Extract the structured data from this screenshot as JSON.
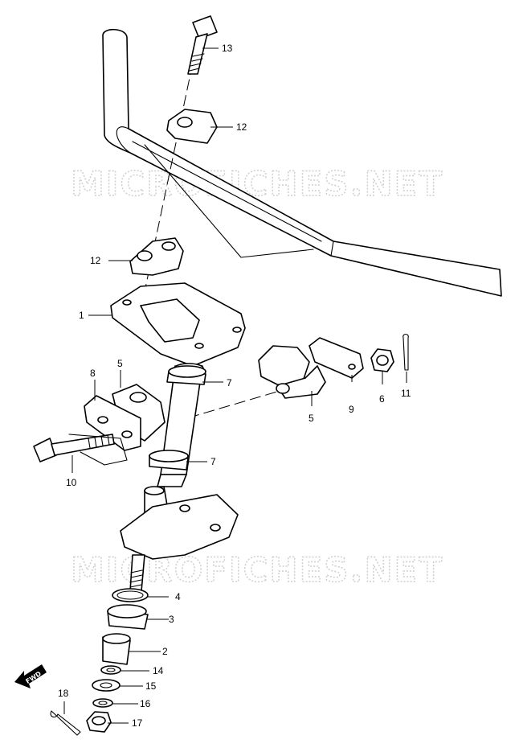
{
  "watermark": "MICROFICHES.NET",
  "fwd_label": "FWD",
  "callouts": [
    {
      "id": "c13",
      "text": "13"
    },
    {
      "id": "c12a",
      "text": "12"
    },
    {
      "id": "c12b",
      "text": "12"
    },
    {
      "id": "c1",
      "text": "1"
    },
    {
      "id": "c8",
      "text": "8"
    },
    {
      "id": "c5a",
      "text": "5"
    },
    {
      "id": "c7a",
      "text": "7"
    },
    {
      "id": "c5b",
      "text": "5"
    },
    {
      "id": "c9",
      "text": "9"
    },
    {
      "id": "c6",
      "text": "6"
    },
    {
      "id": "c11",
      "text": "11"
    },
    {
      "id": "c7b",
      "text": "7"
    },
    {
      "id": "c10",
      "text": "10"
    },
    {
      "id": "c4",
      "text": "4"
    },
    {
      "id": "c3",
      "text": "3"
    },
    {
      "id": "c2",
      "text": "2"
    },
    {
      "id": "c14",
      "text": "14"
    },
    {
      "id": "c15",
      "text": "15"
    },
    {
      "id": "c16",
      "text": "16"
    },
    {
      "id": "c18",
      "text": "18"
    },
    {
      "id": "c17",
      "text": "17"
    }
  ]
}
